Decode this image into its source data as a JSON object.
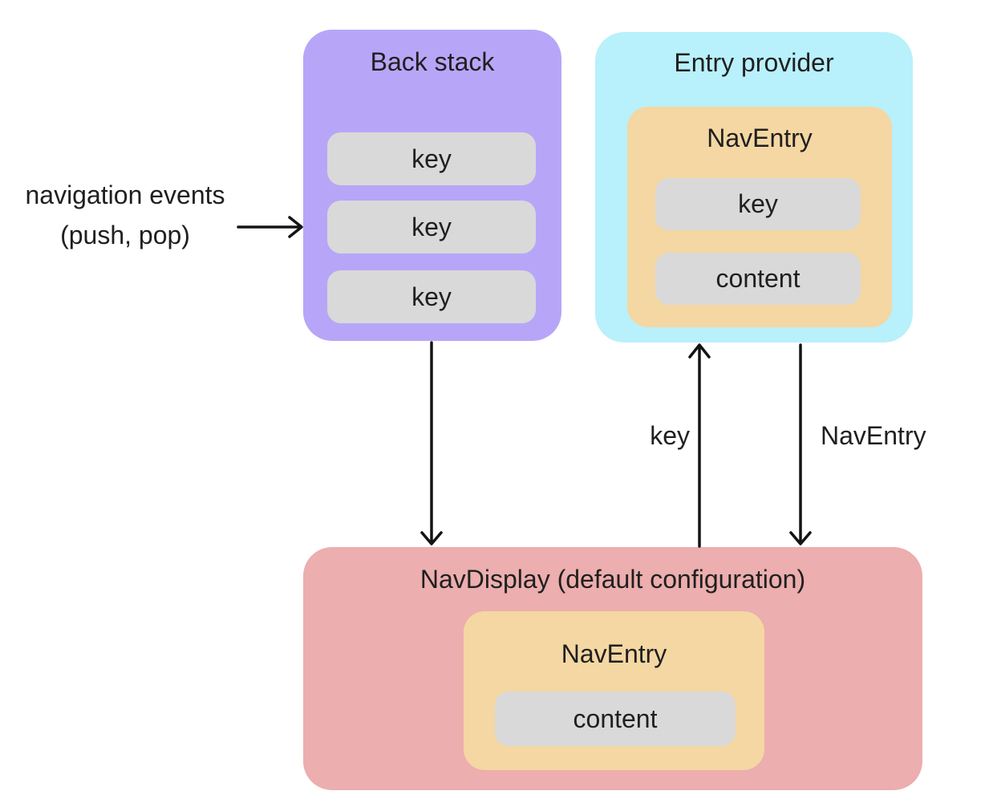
{
  "colors": {
    "canvas-bg": "#ffffff",
    "back-stack-bg": "#b7a6f8",
    "entry-provider-bg": "#b8f0fb",
    "nav-entry-bg": "#f4d7a2",
    "pill-bg": "#d9d9d9",
    "nav-display-bg": "#ecaeae",
    "arrow": "#141414",
    "text": "#1f1f1f"
  },
  "back_stack": {
    "title": "Back stack",
    "keys": [
      "key",
      "key",
      "key"
    ]
  },
  "entry_provider": {
    "title": "Entry provider",
    "nav_entry": {
      "title": "NavEntry",
      "key": "key",
      "content": "content"
    }
  },
  "nav_display": {
    "title": "NavDisplay (default configuration)",
    "nav_entry": {
      "title": "NavEntry",
      "content": "content"
    }
  },
  "annotations": {
    "navigation_events_line1": "navigation events",
    "navigation_events_line2": "(push, pop)",
    "arrow_key_label": "key",
    "arrow_nav_entry_label": "NavEntry"
  }
}
